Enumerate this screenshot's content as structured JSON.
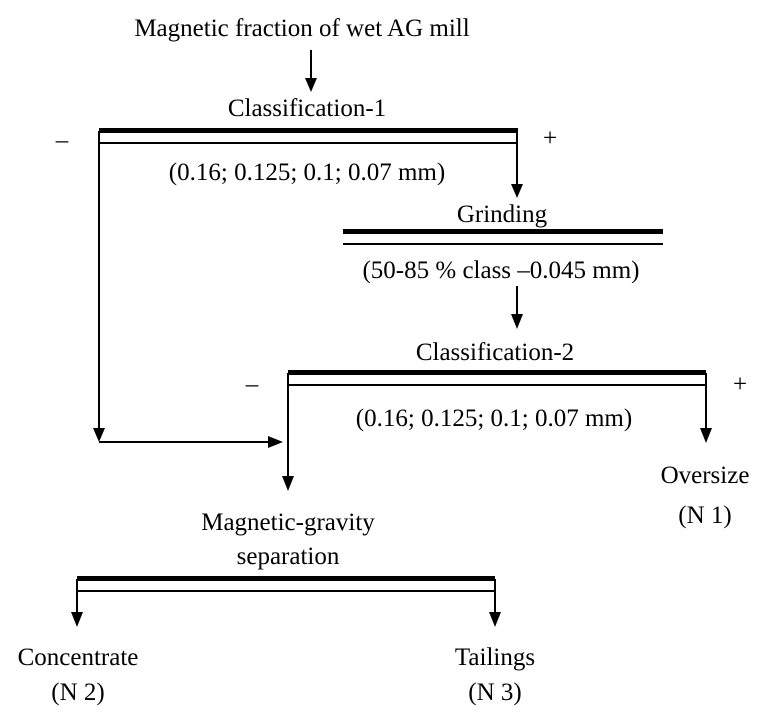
{
  "diagram": {
    "input_label": "Magnetic fraction of wet AG mill",
    "classification1": {
      "title": "Classification-1",
      "sizes": "(0.16; 0.125; 0.1; 0.07 mm)",
      "minus": "–",
      "plus": "+"
    },
    "grinding": {
      "title": "Grinding",
      "spec": "(50-85  % class –0.045 mm)"
    },
    "classification2": {
      "title": "Classification-2",
      "sizes": "(0.16; 0.125; 0.1; 0.07 mm)",
      "minus": "–",
      "plus": "+"
    },
    "oversize": {
      "label": "Oversize",
      "code": "(N 1)"
    },
    "separation": {
      "line1": "Magnetic-gravity",
      "line2": "separation"
    },
    "concentrate": {
      "label": "Concentrate",
      "code": "(N 2)"
    },
    "tailings": {
      "label": "Tailings",
      "code": "(N 3)"
    }
  }
}
